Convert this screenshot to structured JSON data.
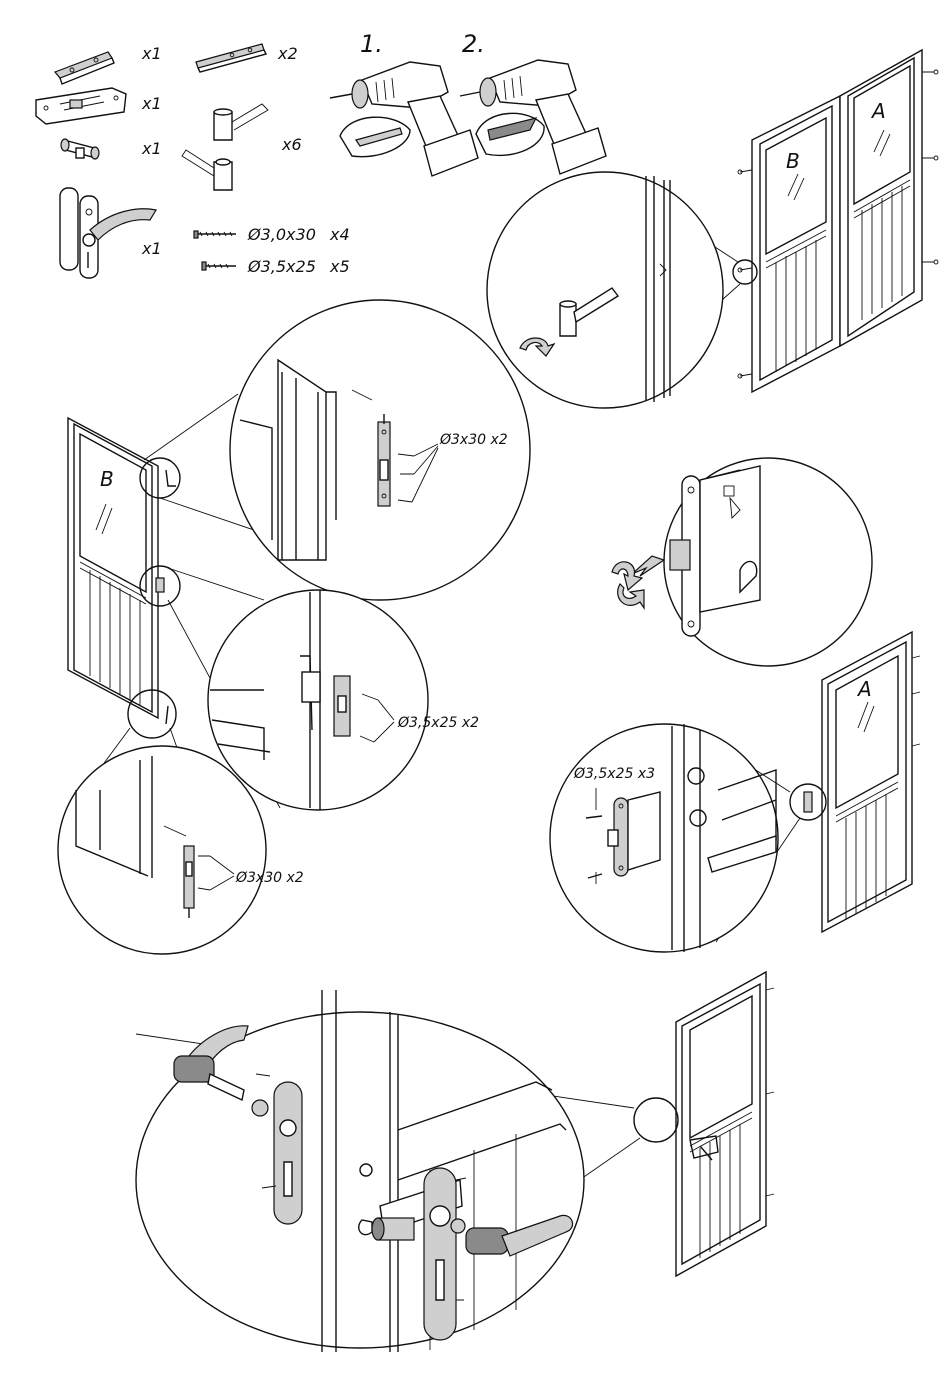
{
  "parts": {
    "qty_hinge_small": "x1",
    "qty_bolt": "x2",
    "qty_lock_body": "x1",
    "qty_cylinder": "x1",
    "qty_hinge_pin": "x6",
    "qty_handle": "x1",
    "screw_1_spec": "Ø3,0x30",
    "screw_1_qty": "x4",
    "screw_2_spec": "Ø3,5x25",
    "screw_2_qty": "x5"
  },
  "drill_steps": {
    "step1": "1.",
    "step2": "2."
  },
  "door_labels": {
    "a": "A",
    "b": "B"
  },
  "callouts": {
    "bolt_top": "Ø3x30   x2",
    "strike": "Ø3,5x25   x2",
    "bolt_bottom": "Ø3x30   x2",
    "lock": "Ø3,5x25   x3"
  },
  "icons": [
    "hinge-icon",
    "bolt-icon",
    "lock-body-icon",
    "cylinder-icon",
    "hinge-pin-icon",
    "handle-icon",
    "screw-icon",
    "drill-icon",
    "rotate-arrow-icon"
  ]
}
